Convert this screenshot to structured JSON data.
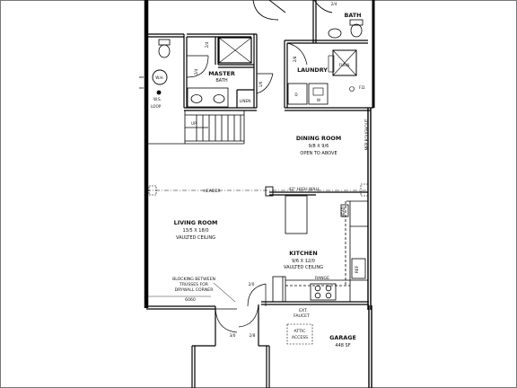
{
  "plan": {
    "rooms": {
      "bath": "BATH",
      "master": "MASTER",
      "master_sub": "BATH",
      "laundry": "LAUNDRY",
      "dining": "DINING ROOM",
      "dining_dim": "9/8 X 9/6",
      "dining_note": "OPEN TO ABOVE",
      "living": "LIVING ROOM",
      "living_dim": "13/5 X 18/0",
      "living_note": "VAULTED CEILING",
      "kitchen": "KITCHEN",
      "kitchen_dim": "9/6 X 12/0",
      "kitchen_note": "VAULTED CEILING",
      "garage": "GARAGE",
      "garage_sf": "448 SF"
    },
    "labels": {
      "header": "HEADER",
      "high_wall": "42\" HIGH WALL",
      "range": "RANGE",
      "blocking_1": "BLOCKING BETWEEN",
      "blocking_2": "TRUSSES FOR",
      "blocking_3": "DRYWALL CORNER",
      "door_6060": "6060",
      "ext": "EXT.",
      "faucet": "FAUCET",
      "attic_1": "ATTIC",
      "attic_2": "ACCESS",
      "mep": "MEP ROUGHOUT",
      "up": "UP",
      "linen": "LINEN",
      "wh": "W.H.",
      "fd": "F.D.",
      "furn": "FURN.",
      "d": "D",
      "w": "W",
      "ref": "REF",
      "lw": "W.S.",
      "loop": "LOOP",
      "hb": "HEAD"
    },
    "doors": {
      "d1": "2/4",
      "d2": "2/4",
      "d3": "2/8",
      "d4": "1/6",
      "d5": "2/4",
      "d6": "2/0",
      "d7": "3/0",
      "d8": "2/8"
    }
  }
}
